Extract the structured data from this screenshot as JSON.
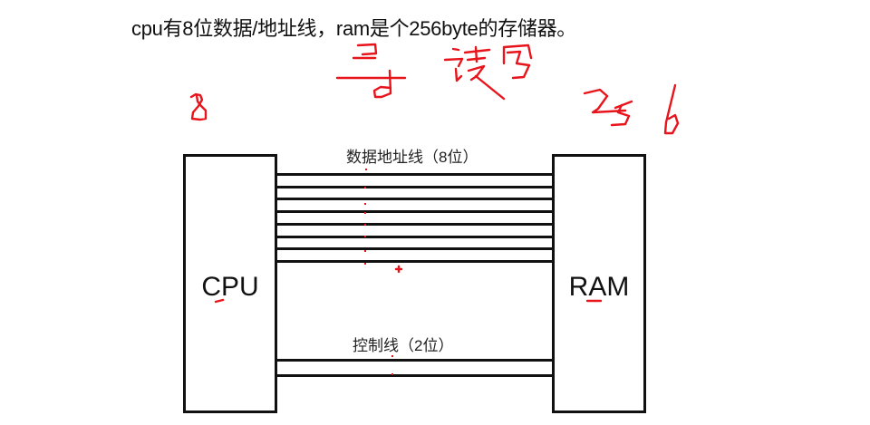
{
  "title": "cpu有8位数据/地址线，ram是个256byte的存储器。",
  "components": {
    "cpu": {
      "label": "CPU"
    },
    "ram": {
      "label": "RAM"
    }
  },
  "buses": {
    "data_address": {
      "label": "数据地址线（8位）",
      "line_count": 8
    },
    "control": {
      "label": "控制线（2位）",
      "line_count": 2
    }
  },
  "handwritten_annotations": {
    "near_cpu": "8",
    "addressing": "寻",
    "read_write": "读写",
    "near_ram": "256"
  },
  "colors": {
    "ink": "#111111",
    "annotation_red": "#e8141c",
    "background": "#ffffff"
  }
}
